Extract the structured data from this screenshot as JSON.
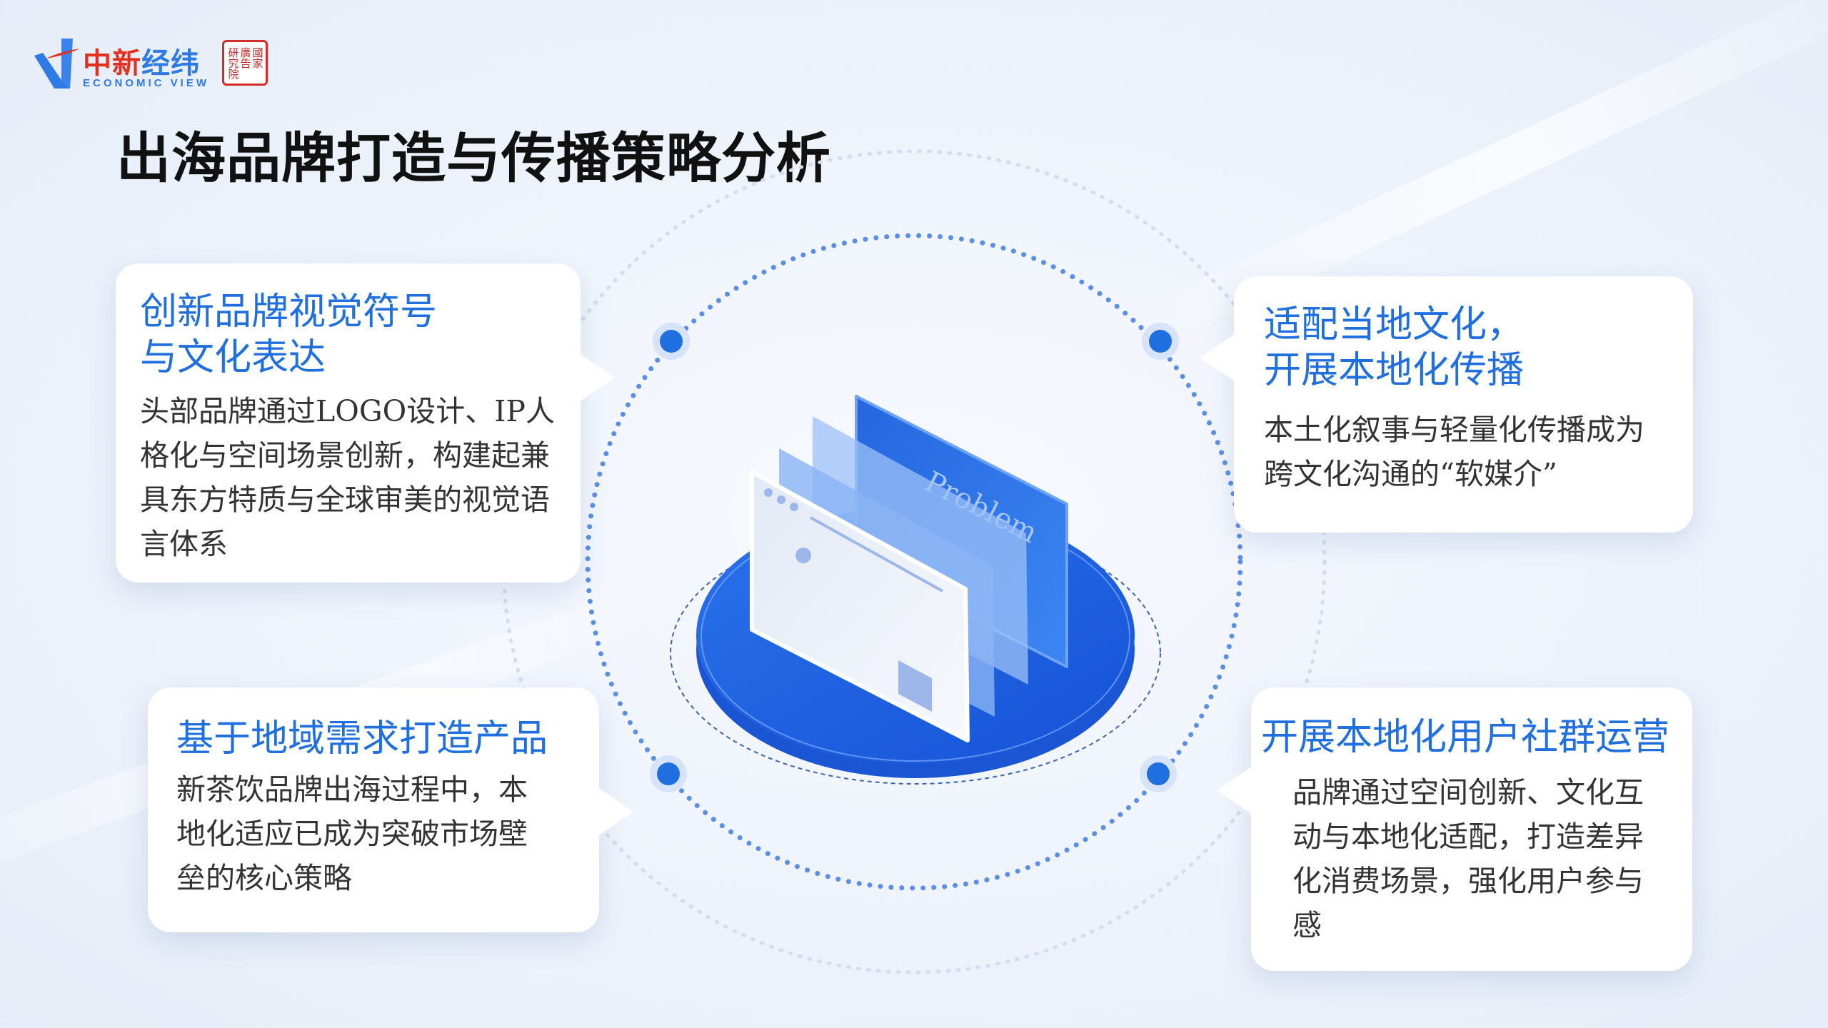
{
  "logo": {
    "brand_red": "中新",
    "brand_blue": "经纬",
    "subtitle": "ECONOMIC VIEW",
    "seal_text": "國家廣告研究院",
    "seal_cols": [
      "國家",
      "廣告",
      "研究院"
    ]
  },
  "title": "出海品牌打造与传播策略分析",
  "center_graphic": {
    "card_label": "Problem"
  },
  "cards": [
    {
      "heading": [
        "创新品牌视觉符号",
        "与文化表达"
      ],
      "body": "头部品牌通过LOGO设计、IP人格化与空间场景创新，构建起兼具东方特质与全球审美的视觉语言体系"
    },
    {
      "heading": [
        "适配当地文化，",
        "开展本地化传播"
      ],
      "body": "本土化叙事与轻量化传播成为跨文化沟通的“软媒介”"
    },
    {
      "heading": [
        "基于地域需求打造产品"
      ],
      "body": "新茶饮品牌出海过程中，本地化适应已成为突破市场壁垒的核心策略"
    },
    {
      "heading": [
        "开展本地化用户社群运营"
      ],
      "body": "品牌通过空间创新、文化互动与本地化适配，打造差异化消费场景，强化用户参与感"
    }
  ],
  "colors": {
    "accent": "#1f6fe0",
    "brand_red": "#e3301f",
    "platform": "#1c5fe0"
  }
}
